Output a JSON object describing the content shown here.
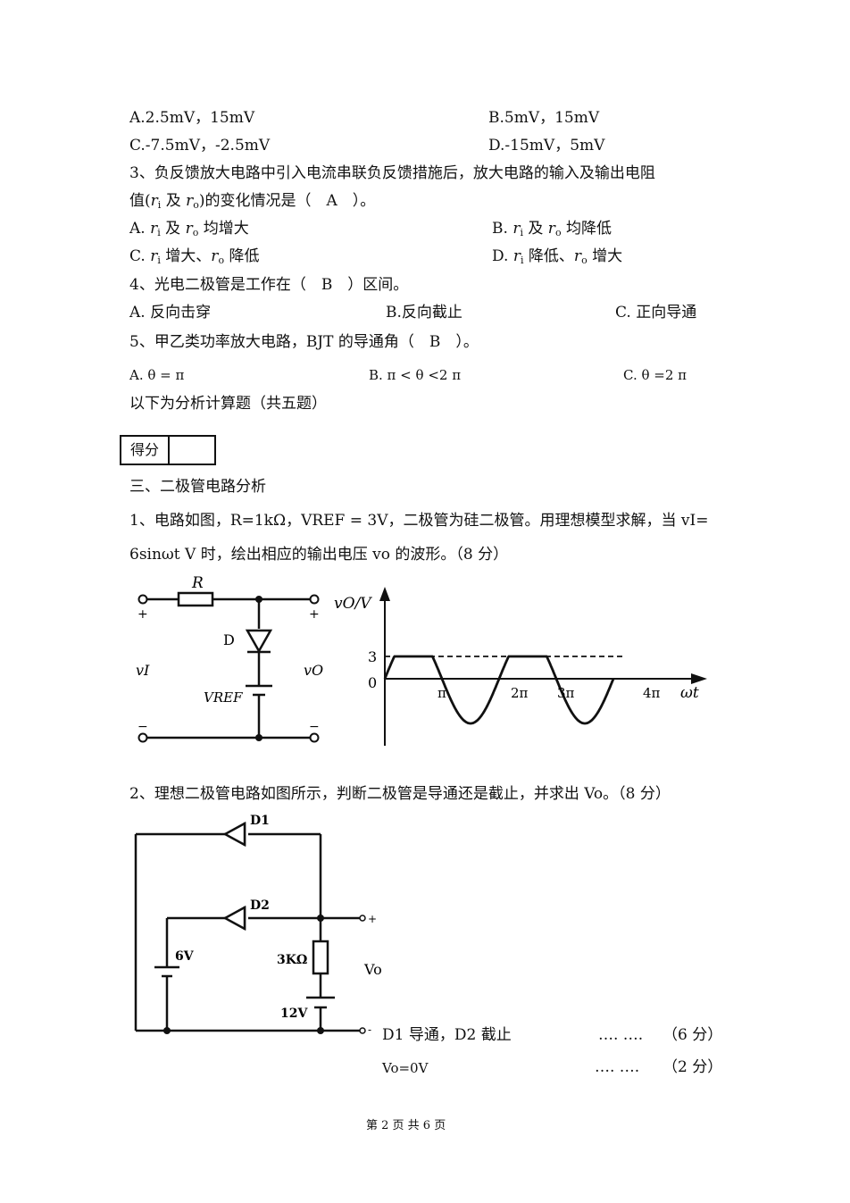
{
  "q2_options": {
    "a": "A.2.5mV，15mV",
    "b": "B.5mV，15mV",
    "c": "C.-7.5mV，-2.5mV",
    "d": "D.-15mV，5mV"
  },
  "q3": {
    "line1": "3、负反馈放大电路中引入电流串联负反馈措施后，放大电路的输入及输出电阻",
    "line2_pre": "值(",
    "r": "r",
    "i": "i",
    "and": " 及 ",
    "o": "o",
    "line2_post": ")的变化情况是（　A　）。",
    "opt_a_pre": "A. ",
    "opt_a_post": " 均增大",
    "opt_b_pre": "B. ",
    "opt_b_post": " 均降低",
    "opt_c_pre": "C. ",
    "opt_c_mid": " 增大、",
    "opt_c_post": " 降低",
    "opt_d_pre": "D. ",
    "opt_d_mid": " 降低、",
    "opt_d_post": " 增大"
  },
  "q4": {
    "text": "4、光电二极管是工作在（　B　）区间。",
    "a": "A.  反向击穿",
    "b": "B.反向截止",
    "c": "C.  正向导通"
  },
  "q5": {
    "text": "5、甲乙类功率放大电路，BJT 的导通角（　B　）。",
    "a": "A. θ = π",
    "b": "B. π < θ <2 π",
    "c": "C. θ =2 π"
  },
  "analysis_intro": "以下为分析计算题（共五题）",
  "score_label": "得分",
  "section3_title": "三、二极管电路分析",
  "p1": {
    "line1": "1、电路如图，R=1kΩ，VREF = 3V，二极管为硅二极管。用理想模型求解，当 vI=",
    "line2": "6sinωt V 时，绘出相应的输出电压 vo 的波形。（8 分）"
  },
  "circuit1": {
    "r_label": "R",
    "d_label": "D",
    "vi_label": "vI",
    "vo_label": "vO",
    "vref_label": "VREF",
    "plus": "+",
    "minus": "−"
  },
  "waveform": {
    "y_axis_label": "vO/V",
    "x_axis_label": "ωt",
    "y_ticks": [
      "3",
      "0"
    ],
    "x_ticks": [
      "π",
      "2π",
      "3π",
      "4π"
    ]
  },
  "p2": {
    "text": "2、理想二极管电路如图所示，判断二极管是导通还是截止，并求出 Vo。（8 分）"
  },
  "circuit2": {
    "d1": "D1",
    "d2": "D2",
    "src6": "6V",
    "res": "3KΩ",
    "src12": "12V",
    "vo": "Vo",
    "plus": "+",
    "minus": "-"
  },
  "answer2": {
    "line1": "D1 导通，D2 截止",
    "dots1": "….   ….",
    "pts1": "（6 分）",
    "line2": "Vo=0V",
    "dots2": "….   ….",
    "pts2": "（2 分）"
  },
  "footer": "第 2 页 共 6 页"
}
